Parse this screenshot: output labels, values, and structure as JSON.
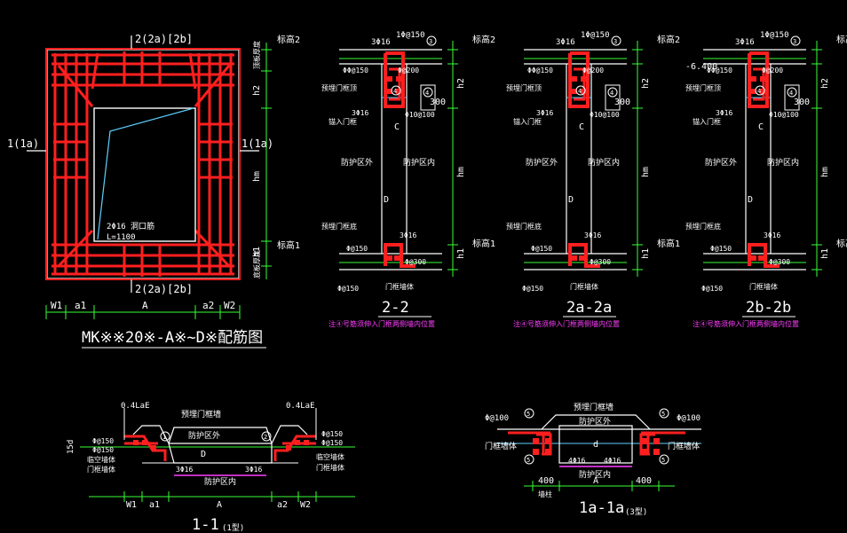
{
  "plan": {
    "top_label": "2(2a)[2b]",
    "bottom_label": "2(2a)[2b]",
    "left_label": "1(1a)",
    "right_label": "1(1a)",
    "rebar_note": "2Φ16 洞口筋",
    "rebar_note2": "L=1100",
    "dim_w1": "W1",
    "dim_a1": "a1",
    "dim_A": "A",
    "dim_a2": "a2",
    "dim_w2": "W2",
    "title": "MK※※20※-A※~D※配筋图",
    "dim_h2": "h2",
    "dim_hm": "hm",
    "dim_h1": "h1",
    "elev2": "标高2",
    "elev1": "标高1",
    "side_top": "顶板厚度",
    "side_bottom": "底板厚度"
  },
  "sections": [
    {
      "title": "2-2",
      "note": "注④号筋须伸入门框两侧墙内位置",
      "top_rebar": "1Φ@150",
      "top_rebar_b": "3Φ16",
      "slab_rebar": "ΦΦ@150",
      "rebar_200": "Φ@200",
      "frame_top": "预埋门框顶",
      "anchor": "锚入门框",
      "bar_16": "3Φ16",
      "dim_300": "300",
      "rebar_10": "Φ10@100",
      "c_label": "C",
      "out_label": "防护区外",
      "in_label": "防护区内",
      "d_label": "D",
      "frame_bottom": "预埋门框底",
      "bot_bar": "3Φ16",
      "bot_rebar": "Φ@150",
      "bot_rebar_b": "Φ@300",
      "bot_rebar_c": "Φ@150",
      "bot_wall": "门框墙体",
      "elev_val": ""
    },
    {
      "title": "2a-2a",
      "note": "注④号筋须伸入门框两侧墙内位置",
      "top_rebar": "1Φ@150",
      "top_rebar_b": "3Φ16",
      "slab_rebar": "ΦΦ@150",
      "rebar_200": "Φ@200",
      "frame_top": "预埋门框顶",
      "anchor": "锚入门框",
      "bar_16": "3Φ16",
      "dim_300": "300",
      "rebar_10": "Φ10@100",
      "c_label": "C",
      "out_label": "防护区外",
      "in_label": "防护区内",
      "d_label": "D",
      "frame_bottom": "预埋门框底",
      "bot_bar": "3Φ16",
      "bot_rebar": "Φ@150",
      "bot_rebar_b": "Φ@300",
      "bot_rebar_c": "Φ@150",
      "bot_wall": "门框墙体",
      "elev_val": ""
    },
    {
      "title": "2b-2b",
      "note": "注④号筋须伸入门框两侧墙内位置",
      "top_rebar": "1Φ@150",
      "top_rebar_b": "3Φ16",
      "slab_rebar": "ΦΦ@150",
      "rebar_200": "Φ@200",
      "frame_top": "预埋门框顶",
      "anchor": "锚入门框",
      "bar_16": "3Φ16",
      "dim_300": "300",
      "rebar_10": "Φ10@100",
      "c_label": "C",
      "out_label": "防护区外",
      "in_label": "防护区内",
      "d_label": "D",
      "frame_bottom": "预埋门框底",
      "bot_bar": "3Φ16",
      "bot_rebar": "Φ@150",
      "bot_rebar_b": "Φ@300",
      "bot_rebar_c": "Φ@150",
      "bot_wall": "门框墙体",
      "elev_val": "-6.400"
    }
  ],
  "section11": {
    "title": "1-1",
    "subtitle": "(1型)",
    "lae_left": "0.4LaE",
    "lae_right": "0.4LaE",
    "left_rebar": "Φ@150",
    "left_rebar2": "Φ@150",
    "left_wall": "临空墙体",
    "left_wall2": "门框墙体",
    "right_rebar": "Φ@150",
    "right_rebar2": "Φ@150",
    "right_wall": "临空墙体",
    "right_wall2": "门框墙体",
    "frame": "预埋门框墙",
    "out_label": "防护区外",
    "in_label": "防护区内",
    "bar_left": "3Φ16",
    "bar_right": "3Φ16",
    "d_label": "D",
    "dim_15d": "15d",
    "dim_w1": "W1",
    "dim_a1": "a1",
    "dim_A": "A",
    "dim_a2": "a2",
    "dim_w2": "W2"
  },
  "section1a": {
    "title": "1a-1a",
    "subtitle": "(3型)",
    "frame": "预埋门框墙",
    "out_label": "防护区外",
    "in_label": "防护区内",
    "rebar_left": "Φ@100",
    "rebar_right": "Φ@100",
    "wall_left": "门框墙体",
    "wall_right": "门框墙体",
    "bar_a": "4Φ16",
    "bar_b": "4Φ16",
    "d_label": "d",
    "dim_400_left": "400",
    "dim_A": "A",
    "dim_400_right": "400",
    "col_note": "墙柱"
  },
  "colors": {
    "red": "#ff1f1f",
    "white": "#ffffff",
    "green": "#39ff39",
    "cyan": "#5fd0ff",
    "magenta": "#ff3fff",
    "yellow": "#ffff40"
  },
  "markers": [
    "1",
    "2",
    "3",
    "4",
    "5"
  ]
}
